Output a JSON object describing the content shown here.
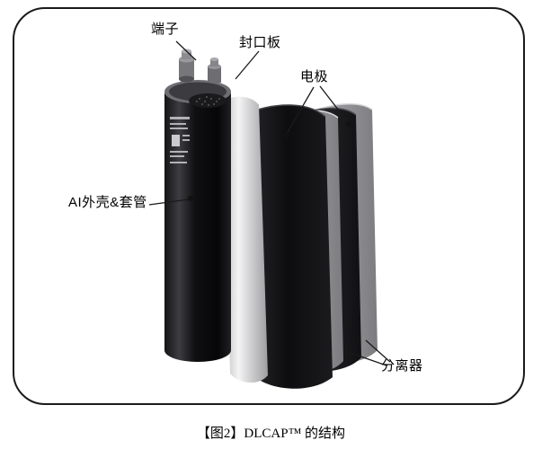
{
  "figure": {
    "labels": {
      "terminal": "端子",
      "sealing_plate": "封口板",
      "electrode": "电极",
      "case_sleeve": "AI外壳&套管",
      "separator": "分离器"
    },
    "caption": "【图2】DLCAP™ 的结构"
  }
}
